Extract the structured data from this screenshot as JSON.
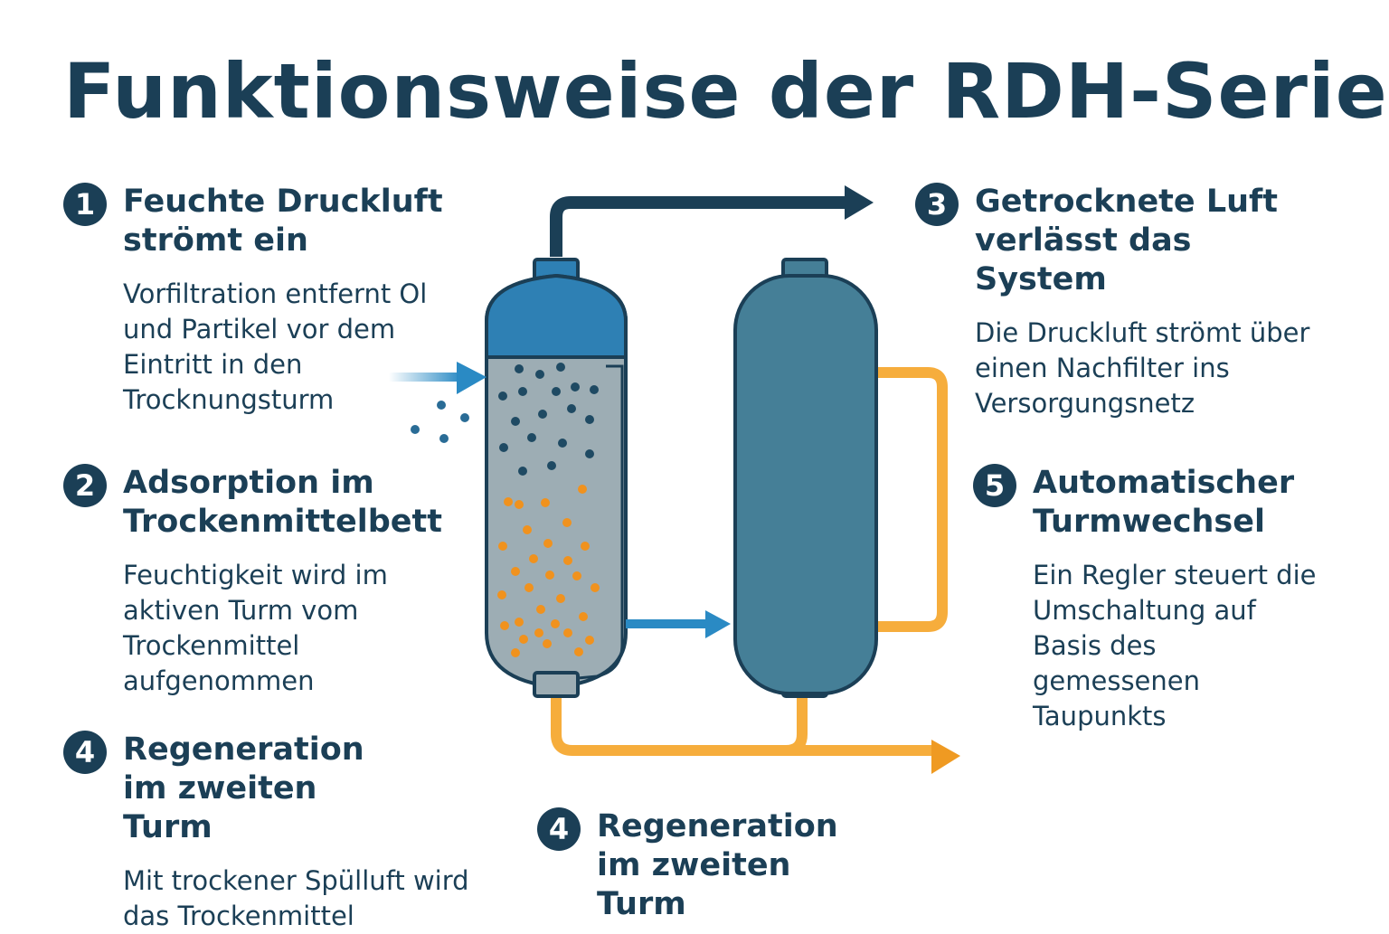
{
  "title": "Funktionsweise der RDH-Serie",
  "steps": [
    {
      "number": "1",
      "heading": "Feuchte Druckluft strömt ein",
      "text": "Vorfiltration entfernt Ol und Partikel vor dem Eintritt in den Trocknungsturm"
    },
    {
      "number": "2",
      "heading": "Adsorption im Trockenmittelbett",
      "text": "Feuchtigkeit wird im aktiven Turm vom Trockenmittel aufgenommen"
    },
    {
      "number": "4",
      "heading": "Regeneration im zweiten Turm",
      "text": "Mit trockener Spülluft wird das Trockenmittel"
    },
    {
      "number": "3",
      "heading": "Getrocknete Luft verlässt das System",
      "text": "Die Druckluft strömt über einen Nachfilter ins Versorgungsnetz"
    },
    {
      "number": "5",
      "heading": "Automatischer Turmwechsel",
      "text": "Ein Regler steuert die Umschaltung auf Basis des gemessenen Taupunkts"
    },
    {
      "number": "4",
      "heading": "Regeneration im zweiten Turm",
      "text": ""
    }
  ],
  "colors": {
    "navy": "#1b3f56",
    "cap_blue": "#2e80b4",
    "tower_teal": "#457f97",
    "desiccant_grey": "#9dadb4",
    "inlet_blue": "#2a8ac4",
    "orange_line": "#f6ad3c",
    "orange_arrow": "#ef9a22",
    "orange_beads": "#f0921e",
    "moisture_dots": "#1f4a63"
  }
}
